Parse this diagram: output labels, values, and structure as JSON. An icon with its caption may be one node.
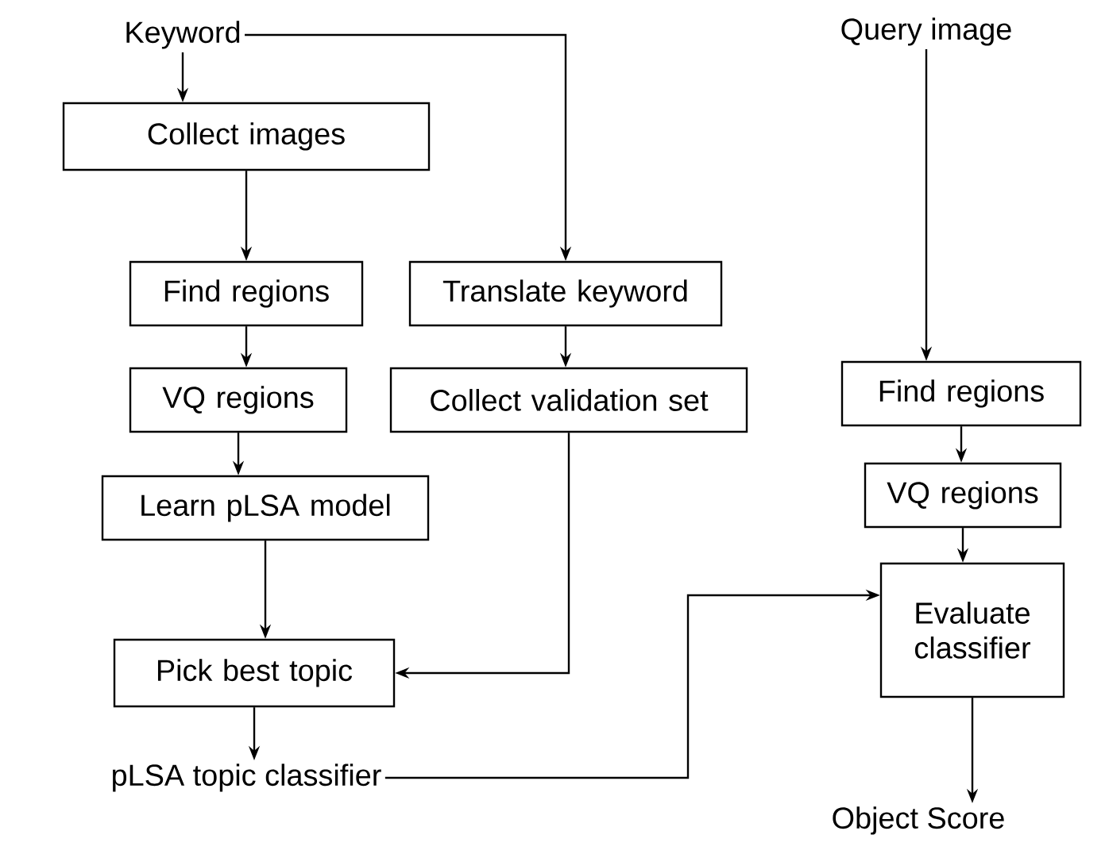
{
  "diagram": {
    "nodes": [
      {
        "text": [
          "Keyword"
        ]
      },
      {
        "text": [
          "Collect images"
        ]
      },
      {
        "text": [
          "Find regions"
        ]
      },
      {
        "text": [
          "Translate keyword"
        ]
      },
      {
        "text": [
          "VQ regions"
        ]
      },
      {
        "text": [
          "Collect validation set"
        ]
      },
      {
        "text": [
          "Learn pLSA model"
        ]
      },
      {
        "text": [
          "Pick best topic"
        ]
      },
      {
        "text": [
          "pLSA topic classifier"
        ]
      },
      {
        "text": [
          "Query image"
        ]
      },
      {
        "text": [
          "Find regions"
        ]
      },
      {
        "text": [
          "VQ regions"
        ]
      },
      {
        "text": [
          "Evaluate classifier"
        ]
      },
      {
        "text": [
          "Object Score"
        ]
      }
    ],
    "edges": [
      {
        "from": 0,
        "to": 1,
        "arrow": "to"
      },
      {
        "from": 0,
        "to": 3,
        "arrow": "to"
      },
      {
        "from": 1,
        "to": 2,
        "arrow": "to"
      },
      {
        "from": 2,
        "to": 4,
        "arrow": "to"
      },
      {
        "from": 3,
        "to": 5,
        "arrow": "to"
      },
      {
        "from": 4,
        "to": 6,
        "arrow": "to"
      },
      {
        "from": 6,
        "to": 7,
        "arrow": "to"
      },
      {
        "from": 5,
        "to": 7,
        "arrow": "to"
      },
      {
        "from": 7,
        "to": 8,
        "arrow": "to"
      },
      {
        "from": 8,
        "to": 12,
        "arrow": "to"
      },
      {
        "from": 9,
        "to": 10,
        "arrow": "to"
      },
      {
        "from": 10,
        "to": 11,
        "arrow": "to"
      },
      {
        "from": 11,
        "to": 12,
        "arrow": "to"
      },
      {
        "from": 12,
        "to": 13,
        "arrow": "to"
      }
    ]
  }
}
